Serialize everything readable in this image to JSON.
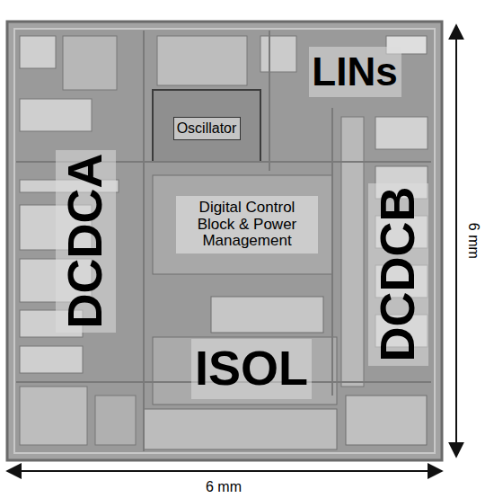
{
  "diagram": {
    "nodes": [
      {
        "text": [
          "LINs"
        ]
      },
      {
        "text": [
          "Oscillator"
        ]
      },
      {
        "text": [
          "DCDCA"
        ]
      },
      {
        "text": [
          "Digital Control Block & Power Management"
        ]
      },
      {
        "text": [
          "DCDCB"
        ]
      },
      {
        "text": [
          "ISOL"
        ]
      }
    ],
    "labels": [
      "6 mm",
      "6 mm"
    ]
  }
}
